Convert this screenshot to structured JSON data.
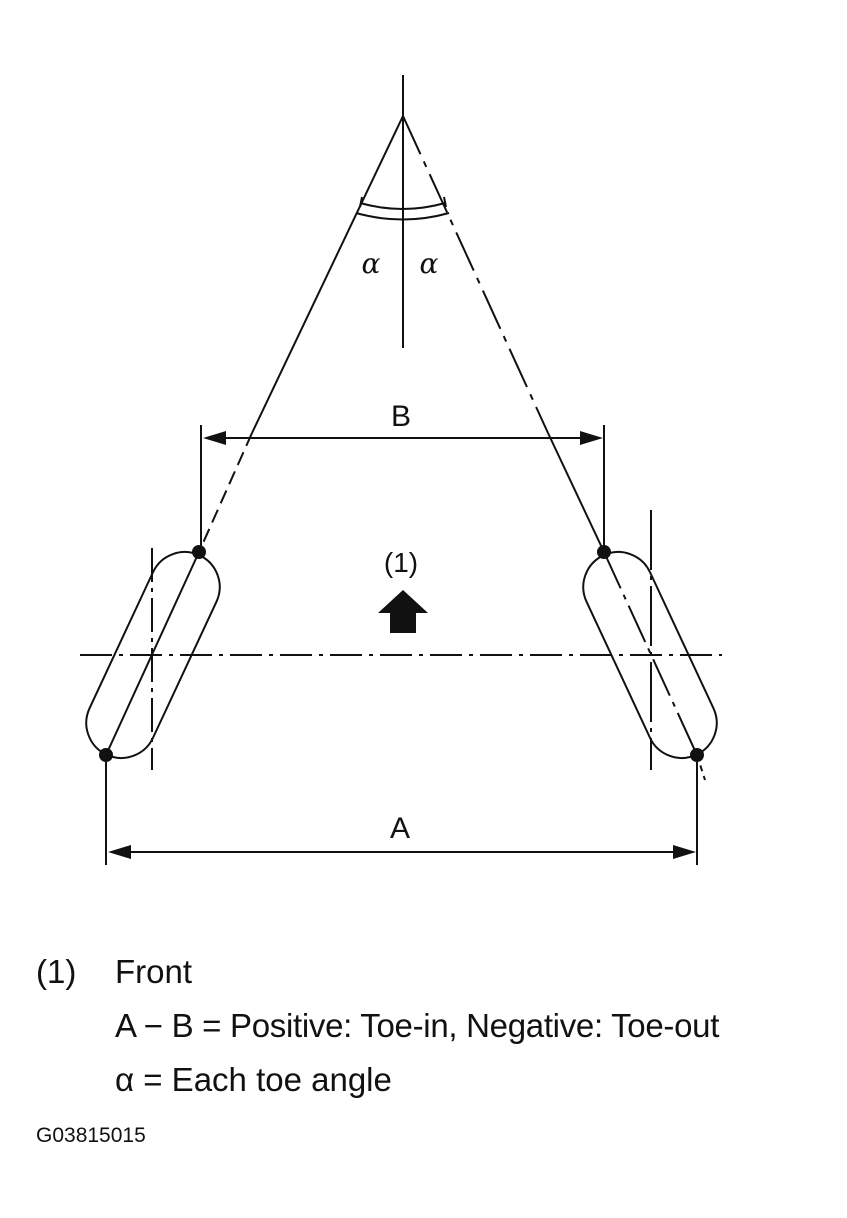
{
  "diagram": {
    "angle_left": "α",
    "angle_right": "α",
    "label_b": "B",
    "label_a": "A",
    "front_marker": "(1)",
    "front_arrow_icon": "up-arrow-icon"
  },
  "legend": {
    "item_number": "(1)",
    "item_text": "Front",
    "formula": "A − B = Positive: Toe-in, Negative: Toe-out",
    "alpha_definition": "α = Each toe angle"
  },
  "figure_code": "G03815015"
}
